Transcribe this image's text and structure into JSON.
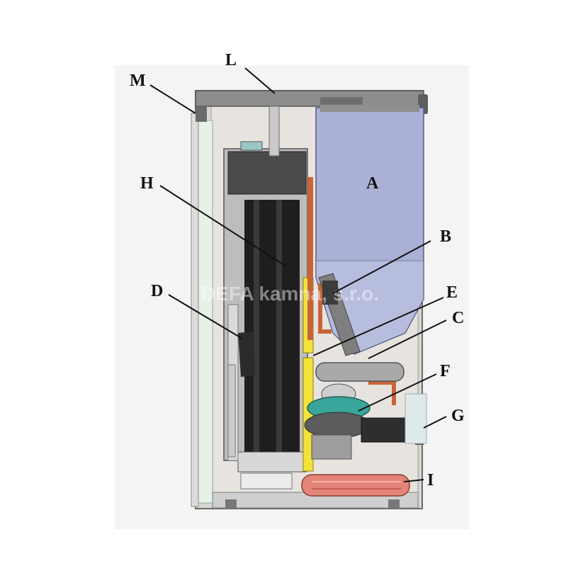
{
  "diagram": {
    "watermark": "DEFA kamna, s.r.o.",
    "callouts": [
      {
        "id": "L",
        "label": "L"
      },
      {
        "id": "M",
        "label": "M"
      },
      {
        "id": "A",
        "label": "A"
      },
      {
        "id": "H",
        "label": "H"
      },
      {
        "id": "B",
        "label": "B"
      },
      {
        "id": "D",
        "label": "D"
      },
      {
        "id": "E",
        "label": "E"
      },
      {
        "id": "C",
        "label": "C"
      },
      {
        "id": "F",
        "label": "F"
      },
      {
        "id": "G",
        "label": "G"
      },
      {
        "id": "I",
        "label": "I"
      }
    ],
    "colors": {
      "hopper": "#aab0d6",
      "hopper_lower": "#b7bddd",
      "cabinet_frame": "#8a8a8a",
      "cabinet_fill": "#e7e4df",
      "side_panel": "#e6f2e8",
      "heat_exchanger": "#1e1e1e",
      "insulation": "#f2e23a",
      "copper_pipe": "#c8643a",
      "fan_teal": "#3aa59a",
      "tank": "#e48478"
    }
  }
}
